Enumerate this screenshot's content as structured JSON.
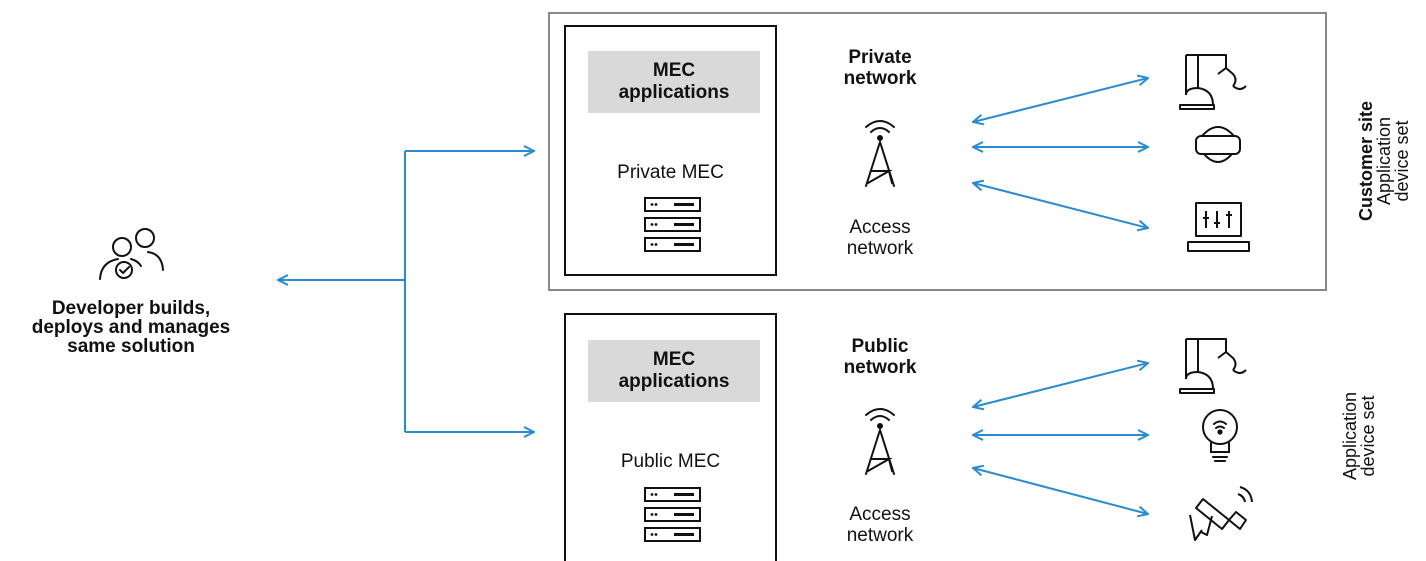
{
  "developer": {
    "line1": "Developer builds,",
    "line2": "deploys and manages",
    "line3": "same solution",
    "icon": "users-check-icon"
  },
  "private_section": {
    "mec_label_line1": "MEC",
    "mec_label_line2": "applications",
    "server_label": "Private MEC",
    "network_title_line1": "Private",
    "network_title_line2": "network",
    "access_line1": "Access",
    "access_line2": "network",
    "side_title": "Customer site",
    "side_line1": "Application",
    "side_line2": "device set",
    "devices": [
      "robot-arm-icon",
      "vr-headset-icon",
      "laptop-icon"
    ]
  },
  "public_section": {
    "mec_label_line1": "MEC",
    "mec_label_line2": "applications",
    "server_label": "Public MEC",
    "network_title_line1": "Public",
    "network_title_line2": "network",
    "access_line1": "Access",
    "access_line2": "network",
    "side_line1": "Application",
    "side_line2": "device set",
    "devices": [
      "robot-arm-icon",
      "smart-bulb-icon",
      "security-camera-icon"
    ]
  },
  "colors": {
    "arrow": "#2a8bd0",
    "border": "#888888",
    "box": "#d9d9d9"
  }
}
